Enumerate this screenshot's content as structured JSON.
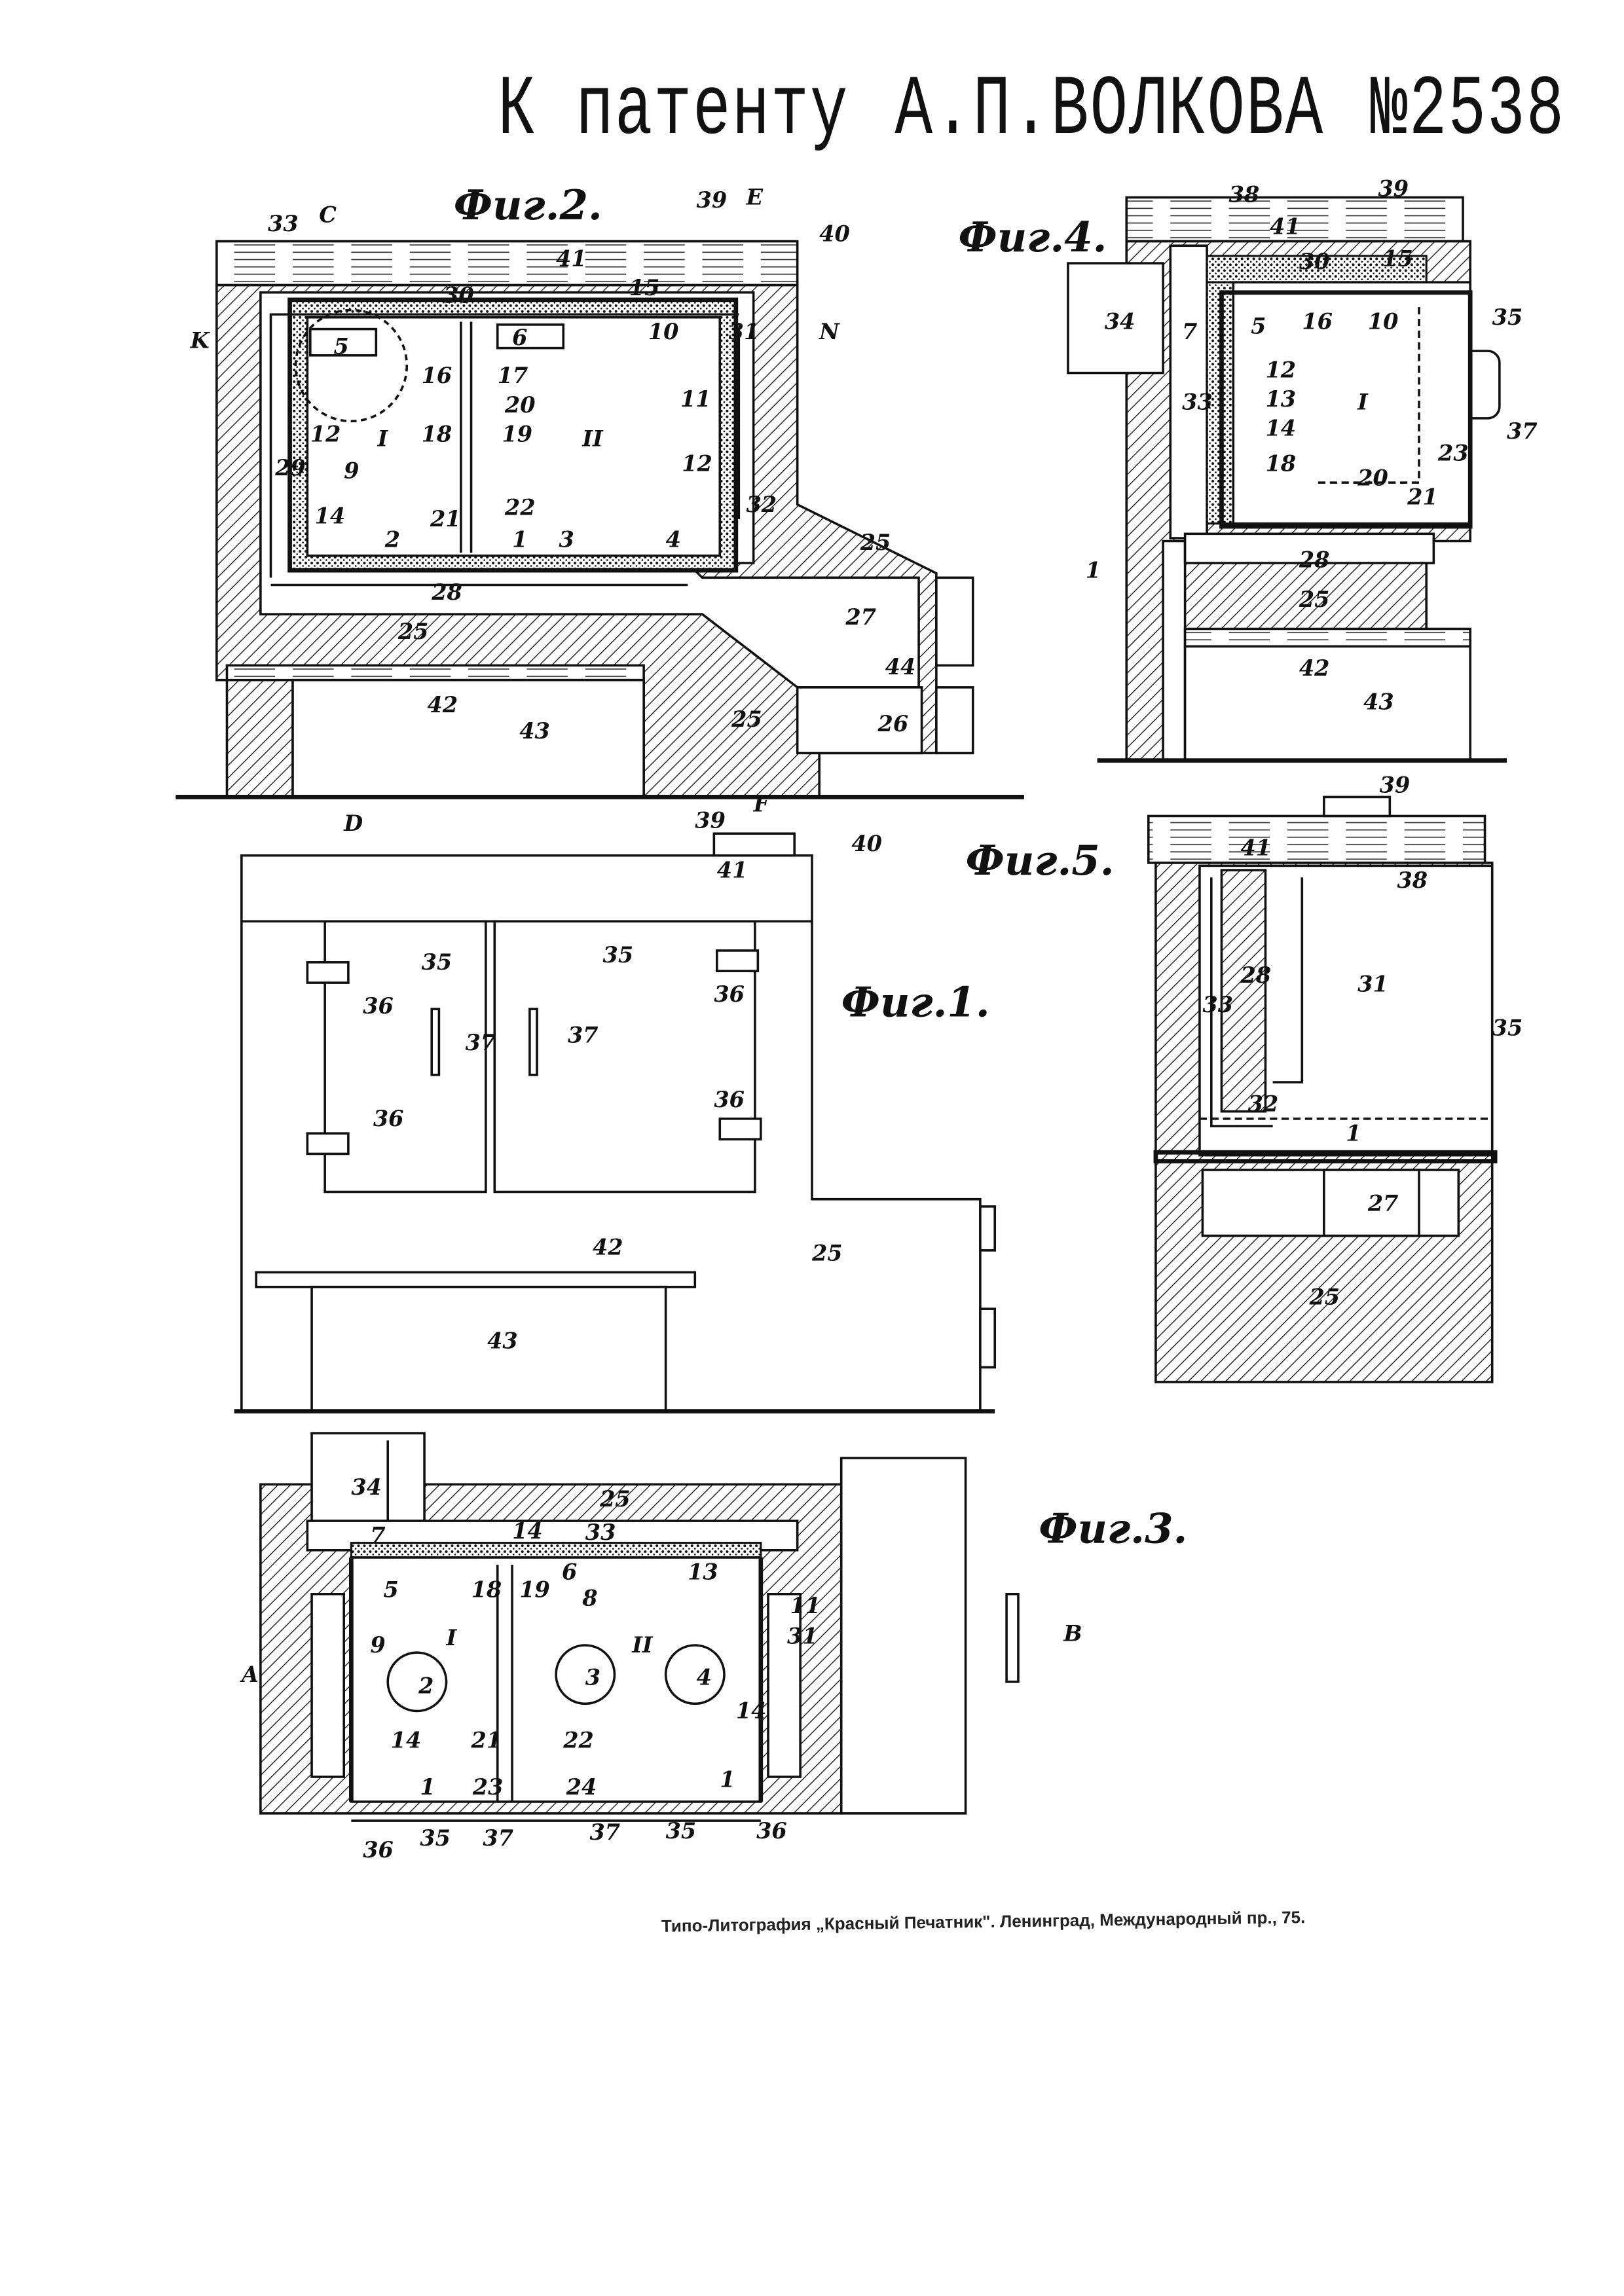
{
  "header": {
    "patent_prefix": "К патенту",
    "author": "А.П.ВОЛКОВА",
    "number": "№2538"
  },
  "footer": {
    "printer": "Типо-Литография „Красный Печатник\". Ленинград, Международный пр., 75."
  },
  "figures": {
    "fig2": {
      "title": "Фиг.2.",
      "labels": [
        "C",
        "33",
        "39",
        "E",
        "40",
        "41",
        "K",
        "N",
        "30",
        "15",
        "5",
        "6",
        "10",
        "31",
        "16",
        "17",
        "20",
        "18",
        "19",
        "I",
        "II",
        "11",
        "12",
        "12",
        "29",
        "9",
        "14",
        "32",
        "21",
        "22",
        "2",
        "1",
        "3",
        "4",
        "25",
        "28",
        "25",
        "27",
        "44",
        "42",
        "43",
        "26",
        "25",
        "D",
        "F"
      ]
    },
    "fig4": {
      "title": "Фиг.4.",
      "labels": [
        "38",
        "39",
        "41",
        "30",
        "15",
        "34",
        "7",
        "5",
        "16",
        "10",
        "35",
        "12",
        "13",
        "14",
        "33",
        "I",
        "18",
        "20",
        "23",
        "37",
        "21",
        "1",
        "28",
        "25",
        "42",
        "43"
      ]
    },
    "fig1": {
      "title": "Фиг.1.",
      "labels": [
        "39",
        "40",
        "41",
        "35",
        "35",
        "36",
        "36",
        "37",
        "37",
        "36",
        "36",
        "25",
        "42",
        "43"
      ]
    },
    "fig5": {
      "title": "Фиг.5.",
      "labels": [
        "39",
        "41",
        "38",
        "28",
        "31",
        "33",
        "35",
        "32",
        "1",
        "27",
        "25"
      ]
    },
    "fig3": {
      "title": "Фиг.3.",
      "labels": [
        "34",
        "25",
        "14",
        "33",
        "7",
        "5",
        "18",
        "19",
        "6",
        "8",
        "I",
        "II",
        "13",
        "11",
        "31",
        "9",
        "A",
        "B",
        "2",
        "3",
        "4",
        "14",
        "21",
        "22",
        "14",
        "1",
        "23",
        "24",
        "1",
        "36",
        "35",
        "37",
        "37",
        "35",
        "36"
      ]
    }
  }
}
